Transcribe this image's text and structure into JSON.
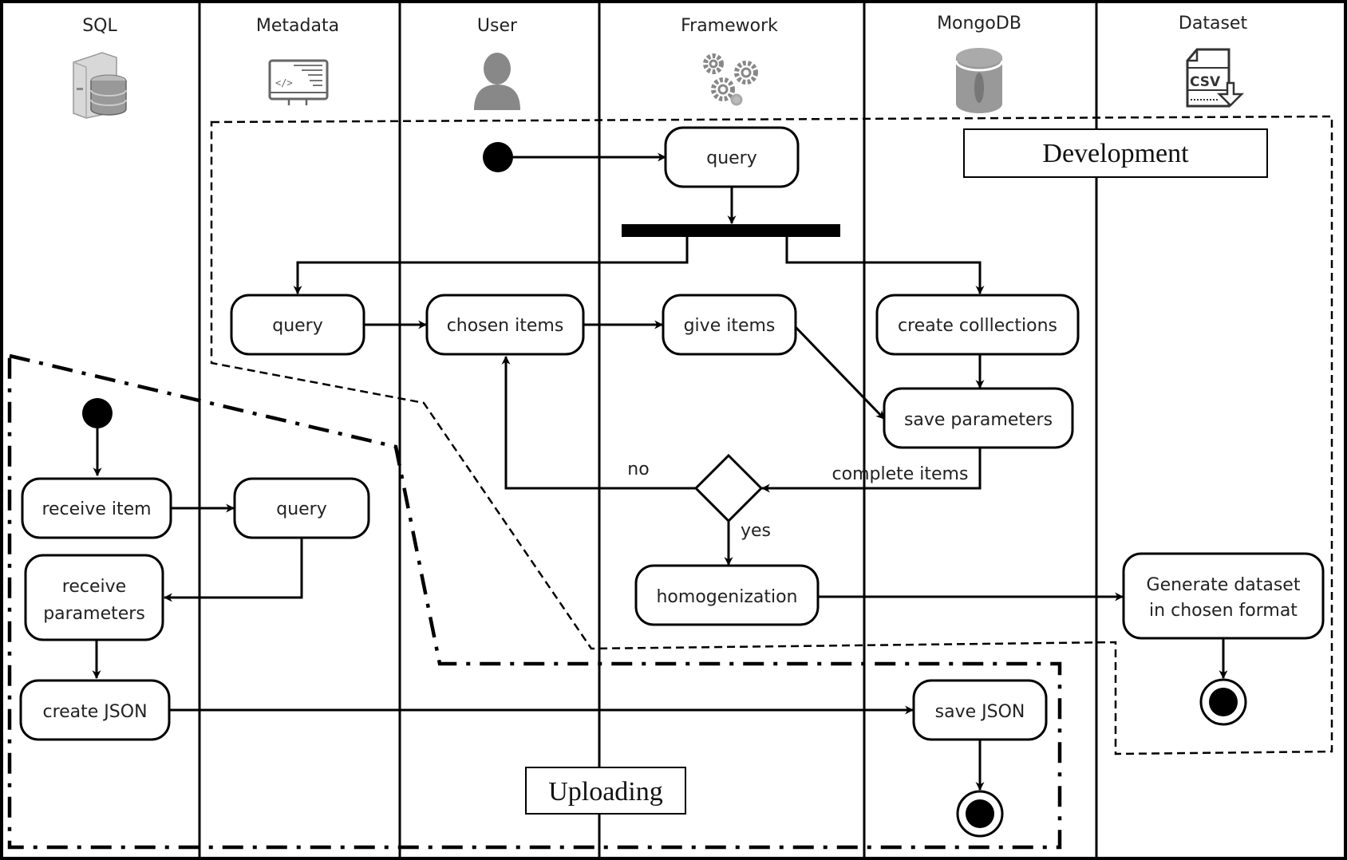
{
  "diagram": {
    "type": "UML activity diagram with swimlanes",
    "lanes": [
      {
        "id": "sql",
        "title": "SQL",
        "icon": "database-server-icon"
      },
      {
        "id": "metadata",
        "title": "Metadata",
        "icon": "code-monitor-icon"
      },
      {
        "id": "user",
        "title": "User",
        "icon": "user-icon"
      },
      {
        "id": "framework",
        "title": "Framework",
        "icon": "gears-icon"
      },
      {
        "id": "mongodb",
        "title": "MongoDB",
        "icon": "mongodb-cylinder-icon"
      },
      {
        "id": "dataset",
        "title": "Dataset",
        "icon": "csv-file-download-icon"
      }
    ],
    "regions": {
      "development": "Development",
      "uploading": "Uploading"
    },
    "nodes": {
      "dev_query_fw": "query",
      "dev_query_meta": "query",
      "chosen_items": "chosen items",
      "give_items": "give items",
      "create_collections": "create colllections",
      "save_parameters": "save parameters",
      "homogenization": "homogenization",
      "generate_dataset_line1": "Generate dataset",
      "generate_dataset_line2": "in chosen format",
      "receive_item": "receive item",
      "up_query_meta": "query",
      "receive_parameters_line1": "receive",
      "receive_parameters_line2": "parameters",
      "create_json": "create JSON",
      "save_json": "save JSON"
    },
    "edge_labels": {
      "no": "no",
      "yes": "yes",
      "complete_items": "complete items"
    },
    "edges": [
      {
        "from": "dev_start",
        "to": "dev_query_fw"
      },
      {
        "from": "dev_query_fw",
        "to": "fork_bar"
      },
      {
        "from": "fork_bar",
        "to": "dev_query_meta"
      },
      {
        "from": "fork_bar",
        "to": "create_collections"
      },
      {
        "from": "dev_query_meta",
        "to": "chosen_items"
      },
      {
        "from": "chosen_items",
        "to": "give_items"
      },
      {
        "from": "give_items",
        "to": "save_parameters"
      },
      {
        "from": "create_collections",
        "to": "save_parameters"
      },
      {
        "from": "save_parameters",
        "to": "decision",
        "label": "complete items"
      },
      {
        "from": "decision",
        "to": "chosen_items",
        "label": "no"
      },
      {
        "from": "decision",
        "to": "homogenization",
        "label": "yes"
      },
      {
        "from": "homogenization",
        "to": "generate_dataset"
      },
      {
        "from": "generate_dataset",
        "to": "dev_end"
      },
      {
        "from": "up_start",
        "to": "receive_item"
      },
      {
        "from": "receive_item",
        "to": "up_query_meta"
      },
      {
        "from": "up_query_meta",
        "to": "receive_parameters"
      },
      {
        "from": "receive_parameters",
        "to": "create_json"
      },
      {
        "from": "create_json",
        "to": "save_json"
      },
      {
        "from": "save_json",
        "to": "up_end"
      }
    ]
  }
}
